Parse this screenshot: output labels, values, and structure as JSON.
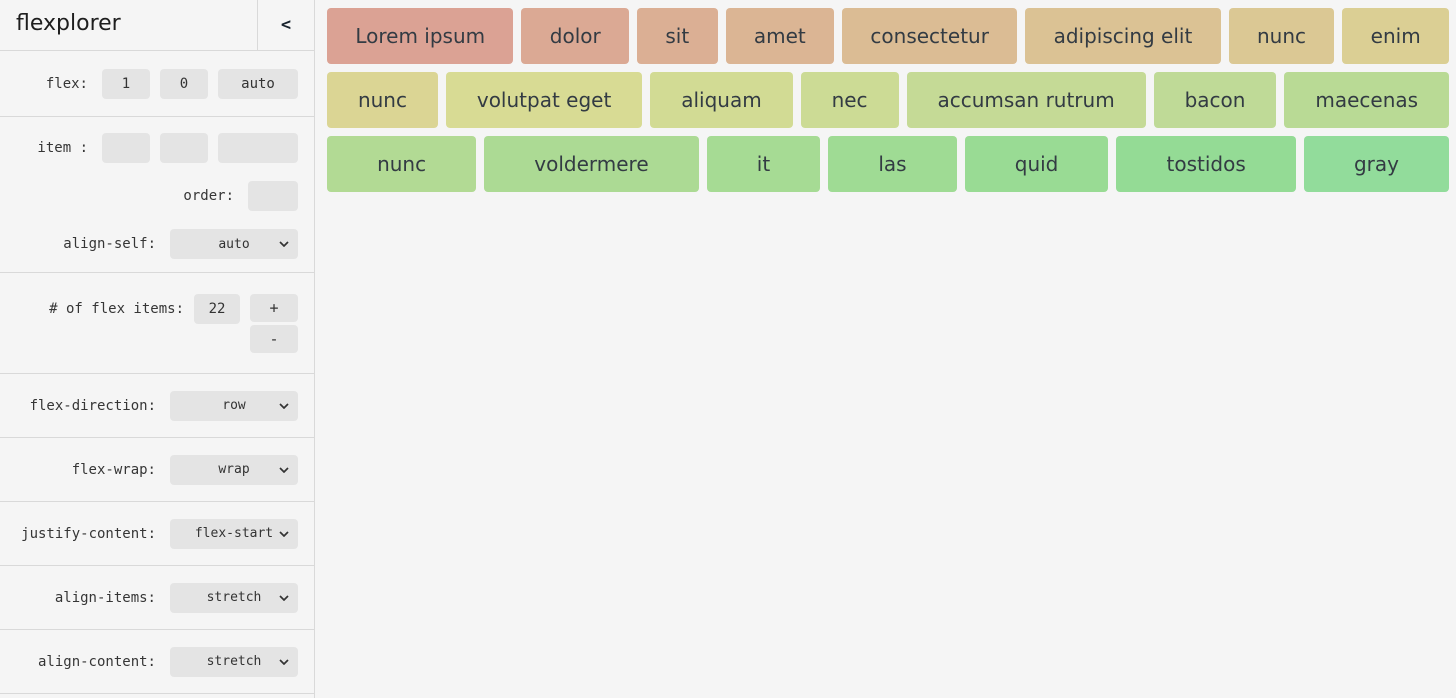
{
  "app": {
    "title": "flexplorer",
    "collapse_label": "<"
  },
  "sidebar": {
    "flex": {
      "label": "flex:",
      "grow": "1",
      "shrink": "0",
      "basis": "auto"
    },
    "item": {
      "label": "item :",
      "grow": "",
      "shrink": "",
      "basis": ""
    },
    "order": {
      "label": "order:",
      "value": ""
    },
    "align_self": {
      "label": "align-self:",
      "value": "auto"
    },
    "count": {
      "label": "# of flex items:",
      "value": "22",
      "increment_label": "+",
      "decrement_label": "-"
    },
    "container_props": [
      {
        "label": "flex-direction:",
        "value": "row"
      },
      {
        "label": "flex-wrap:",
        "value": "wrap"
      },
      {
        "label": "justify-content:",
        "value": "flex-start"
      },
      {
        "label": "align-items:",
        "value": "stretch"
      },
      {
        "label": "align-content:",
        "value": "stretch"
      }
    ]
  },
  "ui_colors": {
    "background": "#f5f5f5",
    "control_bg": "#e4e4e4",
    "divider": "#d9d9d9",
    "label_text": "#363636",
    "item_text": "#333b43"
  },
  "items": {
    "rows": [
      [
        {
          "label": "Lorem ipsum",
          "color": "#dba294"
        },
        {
          "label": "dolor",
          "color": "#dba994"
        },
        {
          "label": "sit",
          "color": "#dbaf94"
        },
        {
          "label": "amet",
          "color": "#dbb594"
        },
        {
          "label": "consectetur",
          "color": "#dbbc94"
        },
        {
          "label": "adipiscing elit",
          "color": "#dbc294"
        },
        {
          "label": "nunc",
          "color": "#dbc894"
        },
        {
          "label": "enim",
          "color": "#dbcf94"
        }
      ],
      [
        {
          "label": "nunc",
          "color": "#dbd594"
        },
        {
          "label": "volutpat eget",
          "color": "#d8db94"
        },
        {
          "label": "aliquam",
          "color": "#d2db94"
        },
        {
          "label": "nec",
          "color": "#ccdb95"
        },
        {
          "label": "accumsan rutrum",
          "color": "#c5da96"
        },
        {
          "label": "bacon",
          "color": "#bfda97"
        },
        {
          "label": "maecenas",
          "color": "#b9da95"
        }
      ],
      [
        {
          "label": "nunc",
          "color": "#b2da94"
        },
        {
          "label": "voldermere",
          "color": "#acda94"
        },
        {
          "label": "it",
          "color": "#a6db94"
        },
        {
          "label": "las",
          "color": "#9fdb94"
        },
        {
          "label": "quid",
          "color": "#99db94"
        },
        {
          "label": "tostidos",
          "color": "#94db95"
        },
        {
          "label": "gray",
          "color": "#92dc9b"
        }
      ]
    ]
  }
}
